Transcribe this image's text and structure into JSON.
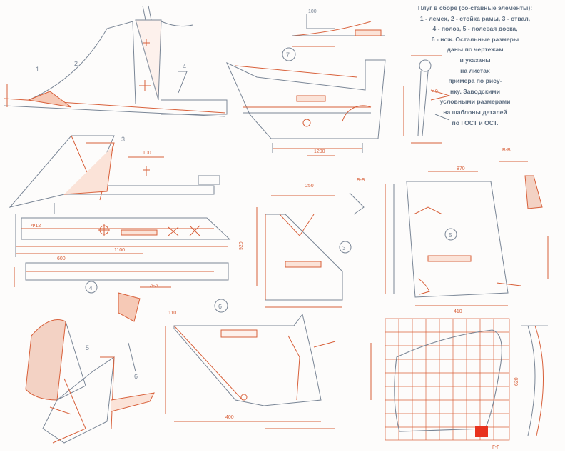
{
  "drawing": {
    "caption": [
      "Плуг в сборе (со-ставные элементы):",
      "1 - лемех, 2 - стойка рамы, 3 - отвал,",
      "4 - полоз, 5 - полевая доска,",
      "6 - нож. Остальные размеры",
      "даны по чертежам",
      "и указаны",
      "на листах",
      "примера по рису-",
      "нку. Заводскими",
      "условными размерами",
      "на шаблоны деталей",
      "по ГОСТ и ОСТ."
    ],
    "callouts": {
      "n1": "1",
      "n2": "2",
      "n3": "3",
      "n4": "4",
      "n5": "5",
      "n6": "6",
      "d1": "600",
      "d2": "100",
      "d3": "Ф12",
      "d4": "1200",
      "d5": "1100",
      "d6": "920",
      "d7": "870",
      "d8": "410",
      "d9": "400",
      "d10": "620",
      "d11": "250",
      "d12": "110",
      "d13": "40"
    },
    "section_marks": [
      "А-А",
      "Б-Б",
      "В-В",
      "Г-Г"
    ],
    "colors": {
      "line": "#7a8696",
      "dim": "#d8603a",
      "hatch": "#e88a6a",
      "ink_text": "#5f6f82",
      "fill_accent": "#e8321e"
    }
  }
}
